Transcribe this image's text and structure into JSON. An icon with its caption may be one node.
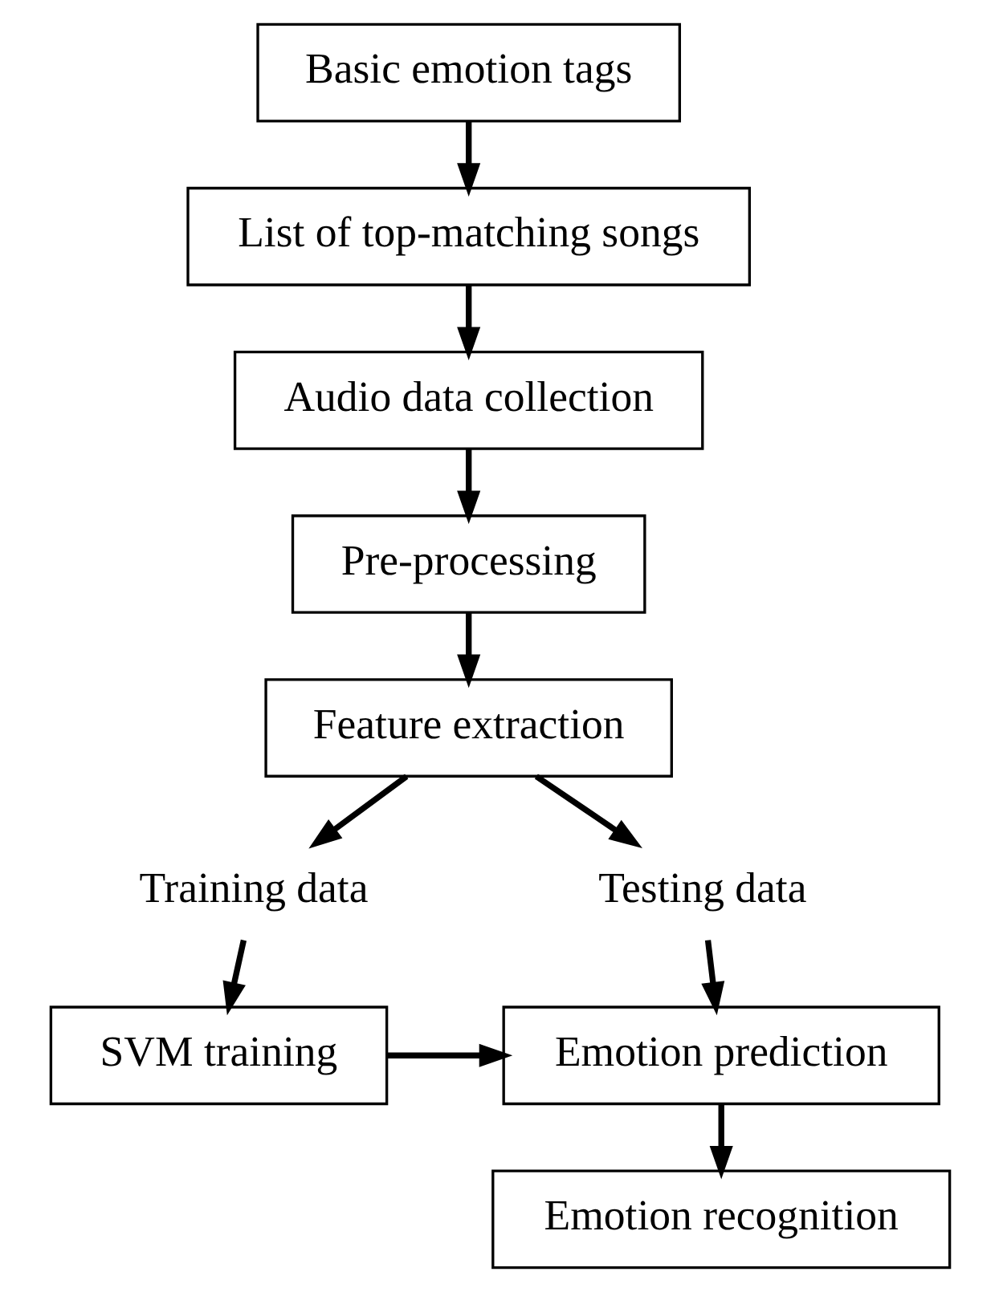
{
  "diagram": {
    "nodes": [
      {
        "text": [
          "Basic emotion tags"
        ]
      },
      {
        "text": [
          "List of top-matching songs"
        ]
      },
      {
        "text": [
          "Audio data collection"
        ]
      },
      {
        "text": [
          "Pre-processing"
        ]
      },
      {
        "text": [
          "Feature extraction"
        ]
      },
      {
        "text": [
          "Training data"
        ]
      },
      {
        "text": [
          "Testing data"
        ]
      },
      {
        "text": [
          "SVM training"
        ]
      },
      {
        "text": [
          "Emotion prediction"
        ]
      },
      {
        "text": [
          "Emotion recognition"
        ]
      }
    ],
    "edges": [
      {
        "from": 0,
        "to": 1,
        "arrow": "to"
      },
      {
        "from": 1,
        "to": 2,
        "arrow": "to"
      },
      {
        "from": 2,
        "to": 3,
        "arrow": "to"
      },
      {
        "from": 3,
        "to": 4,
        "arrow": "to"
      },
      {
        "from": 4,
        "to": 5,
        "arrow": "to"
      },
      {
        "from": 4,
        "to": 6,
        "arrow": "to"
      },
      {
        "from": 5,
        "to": 7,
        "arrow": "to"
      },
      {
        "from": 6,
        "to": 8,
        "arrow": "to"
      },
      {
        "from": 7,
        "to": 8,
        "arrow": "to"
      },
      {
        "from": 8,
        "to": 9,
        "arrow": "to"
      }
    ]
  }
}
